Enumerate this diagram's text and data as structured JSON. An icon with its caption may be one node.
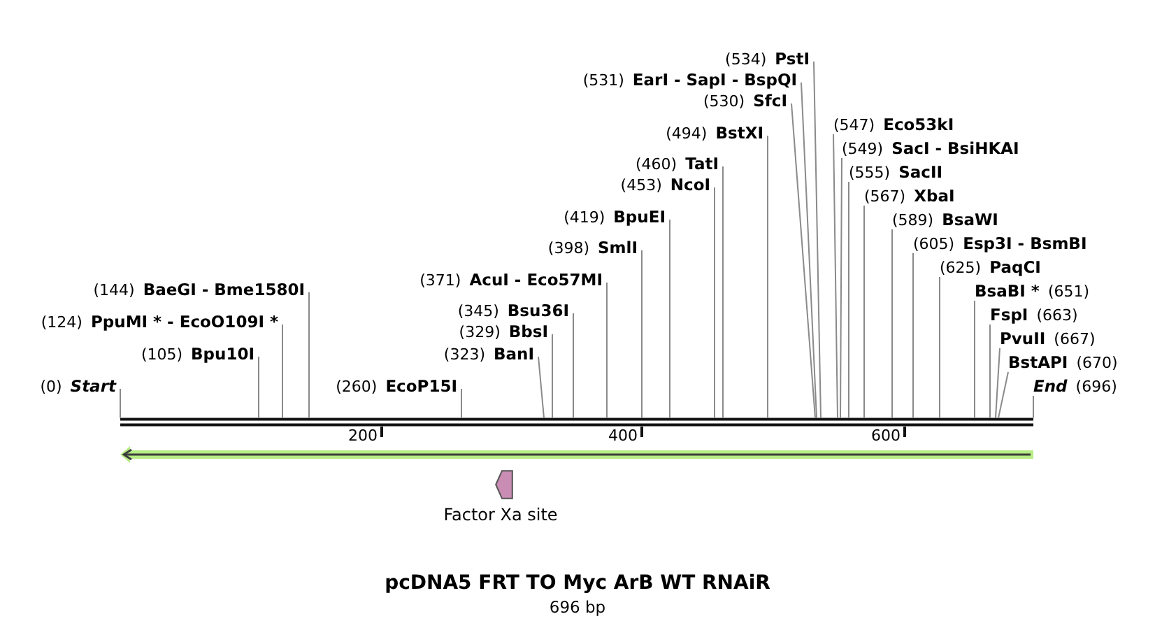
{
  "diagram": {
    "title": "pcDNA5 FRT TO Myc ArB WT RNAiR",
    "caption": "696 bp",
    "nodes": [
      {
        "text": [
          "(534)",
          "PstI"
        ]
      },
      {
        "text": [
          "(531)",
          "EarI - SapI - BspQI"
        ]
      },
      {
        "text": [
          "(530)",
          "SfcI"
        ]
      },
      {
        "text": [
          "(494)",
          "BstXI"
        ]
      },
      {
        "text": [
          "(460)",
          "TatI"
        ]
      },
      {
        "text": [
          "(453)",
          "NcoI"
        ]
      },
      {
        "text": [
          "(419)",
          "BpuEI"
        ]
      },
      {
        "text": [
          "(625)",
          "PaqCI"
        ]
      },
      {
        "text": [
          "(398)",
          "SmlI"
        ]
      },
      {
        "text": [
          "(605)",
          "Esp3I - BsmBI"
        ]
      },
      {
        "text": [
          "(371)",
          "AcuI - Eco57MI"
        ]
      },
      {
        "text": [
          "(144)",
          "BaeGI - Bme1580I"
        ]
      },
      {
        "text": [
          "(589)",
          "BsaWI"
        ]
      },
      {
        "text": [
          "BsaBI *",
          "(651)"
        ]
      },
      {
        "text": [
          "(345)",
          "Bsu36I"
        ]
      },
      {
        "text": [
          "FspI",
          "(663)"
        ]
      },
      {
        "text": [
          "(124)",
          "PpuMI * - EcoO109I *"
        ]
      },
      {
        "text": [
          "(567)",
          "XbaI"
        ]
      },
      {
        "text": [
          "(329)",
          "BbsI"
        ]
      },
      {
        "text": [
          "PvuII",
          "(667)"
        ]
      },
      {
        "text": [
          "(555)",
          "SacII"
        ]
      },
      {
        "text": [
          "(105)",
          "Bpu10I"
        ]
      },
      {
        "text": [
          "(323)",
          "BanI"
        ]
      },
      {
        "text": [
          "BstAPI",
          "(670)"
        ]
      },
      {
        "text": [
          "(549)",
          "SacI - BsiHKAI"
        ]
      },
      {
        "text": [
          "(0)",
          "Start"
        ]
      },
      {
        "text": [
          "(260)",
          "EcoP15I"
        ]
      },
      {
        "text": [
          "(547)",
          "Eco53kI"
        ]
      },
      {
        "text": [
          "End",
          "(696)"
        ]
      },
      {
        "text": [],
        "shape": "bar"
      },
      {
        "text": [],
        "shape": "arrow"
      },
      {
        "text": [
          "Factor Xa site"
        ]
      }
    ],
    "edges": [
      {
        "from": 0,
        "to": 29,
        "arrow": "none"
      },
      {
        "from": 1,
        "to": 29,
        "arrow": "none"
      },
      {
        "from": 2,
        "to": 29,
        "arrow": "none"
      },
      {
        "from": 3,
        "to": 29,
        "arrow": "none"
      },
      {
        "from": 4,
        "to": 29,
        "arrow": "none"
      },
      {
        "from": 5,
        "to": 29,
        "arrow": "none"
      },
      {
        "from": 6,
        "to": 29,
        "arrow": "none"
      },
      {
        "from": 7,
        "to": 29,
        "arrow": "none"
      },
      {
        "from": 8,
        "to": 29,
        "arrow": "none"
      },
      {
        "from": 9,
        "to": 29,
        "arrow": "none"
      },
      {
        "from": 10,
        "to": 29,
        "arrow": "none"
      },
      {
        "from": 11,
        "to": 29,
        "arrow": "none"
      },
      {
        "from": 12,
        "to": 29,
        "arrow": "none"
      },
      {
        "from": 13,
        "to": 29,
        "arrow": "none"
      },
      {
        "from": 14,
        "to": 29,
        "arrow": "none"
      },
      {
        "from": 15,
        "to": 29,
        "arrow": "none"
      },
      {
        "from": 16,
        "to": 29,
        "arrow": "none"
      },
      {
        "from": 17,
        "to": 29,
        "arrow": "none"
      },
      {
        "from": 18,
        "to": 29,
        "arrow": "none"
      },
      {
        "from": 19,
        "to": 29,
        "arrow": "none"
      },
      {
        "from": 20,
        "to": 29,
        "arrow": "none"
      },
      {
        "from": 21,
        "to": 29,
        "arrow": "none"
      },
      {
        "from": 22,
        "to": 29,
        "arrow": "none"
      },
      {
        "from": 23,
        "to": 29,
        "arrow": "none"
      },
      {
        "from": 24,
        "to": 29,
        "arrow": "none"
      },
      {
        "from": 25,
        "to": 29,
        "arrow": "none"
      },
      {
        "from": 26,
        "to": 29,
        "arrow": "none"
      },
      {
        "from": 27,
        "to": 29,
        "arrow": "none"
      },
      {
        "from": 28,
        "to": 29,
        "arrow": "none"
      }
    ],
    "labels": [
      "200",
      "400",
      "600"
    ]
  }
}
